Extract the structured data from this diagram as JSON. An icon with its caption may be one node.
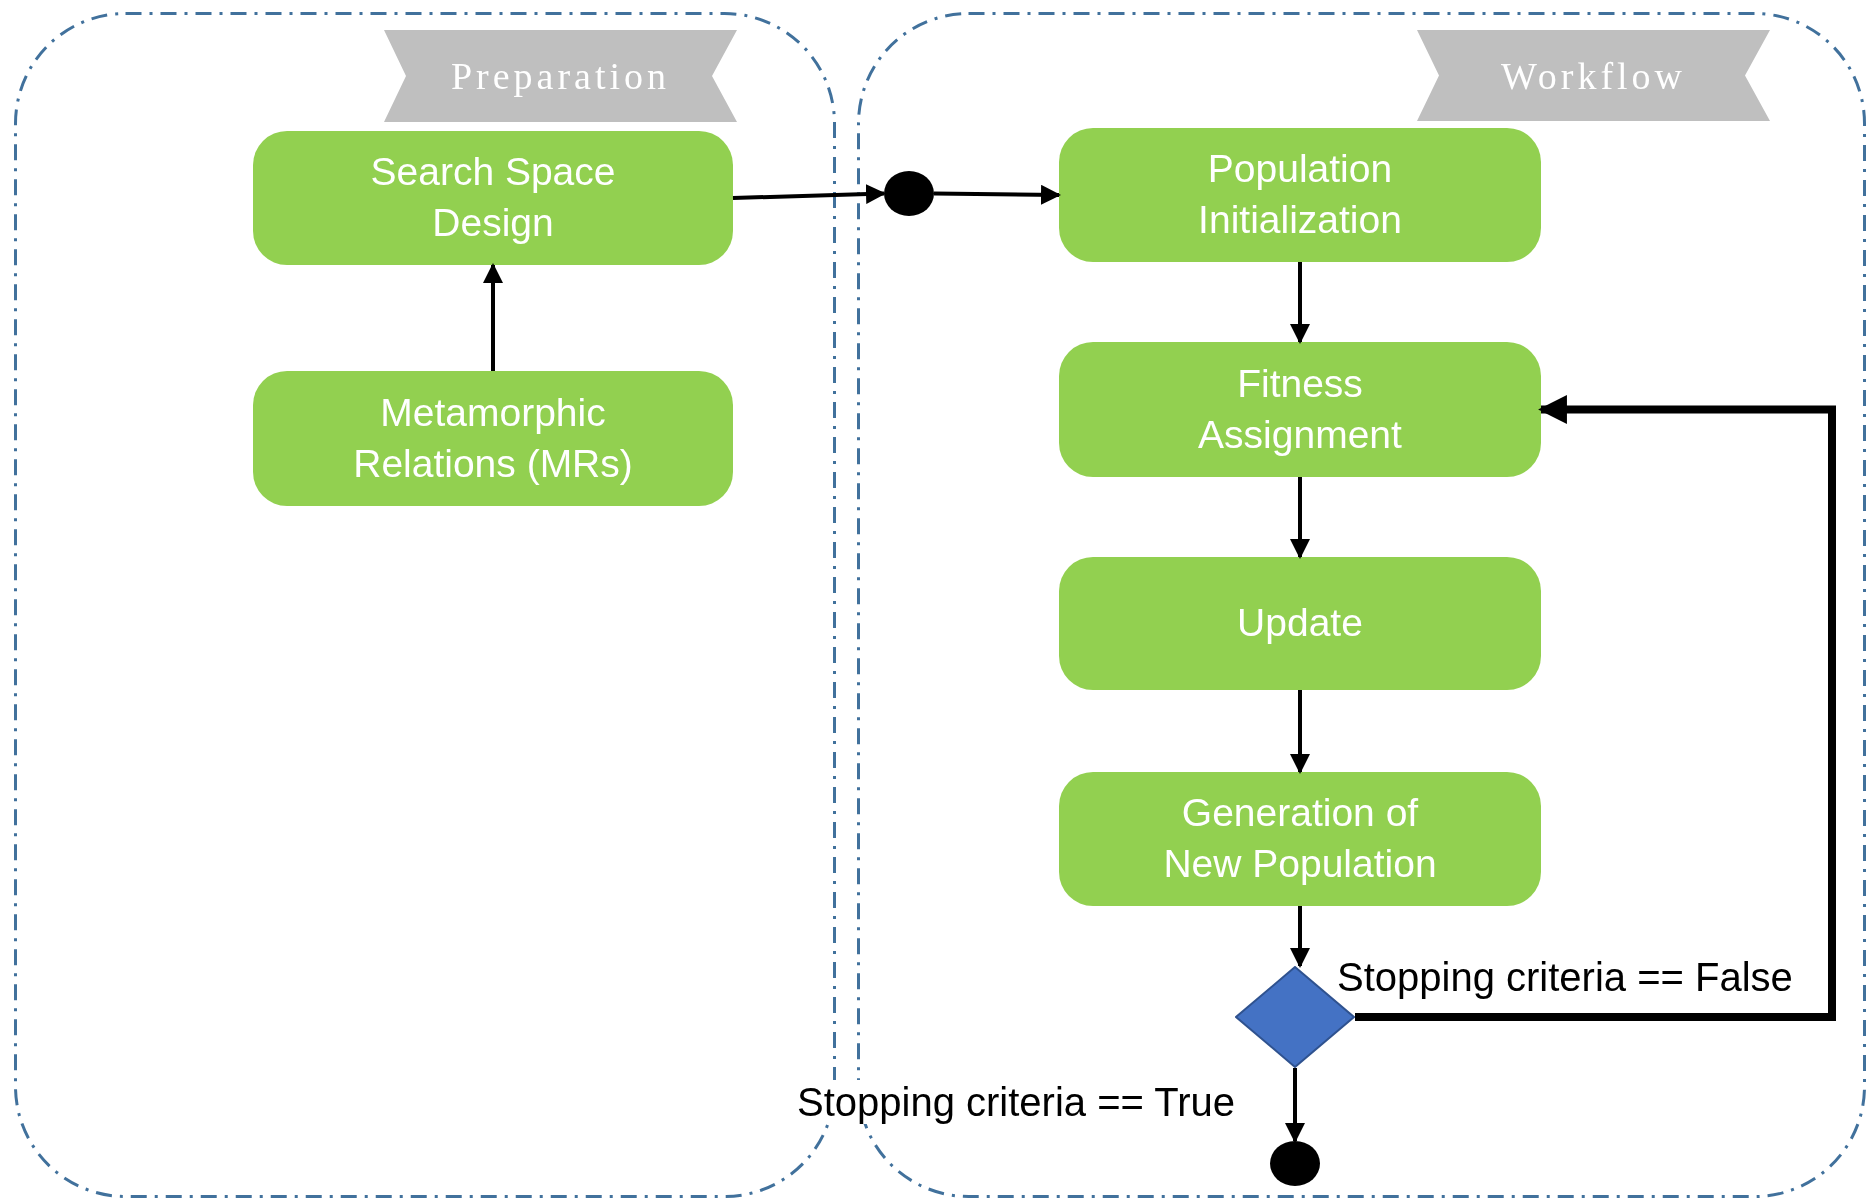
{
  "diagram": {
    "nodes": [
      {
        "text": [
          "Preparation"
        ]
      },
      {
        "text": [
          "Workflow"
        ]
      },
      {
        "text": [
          "Search Space Design"
        ],
        "in": 0
      },
      {
        "text": [
          "Metamorphic Relations (MRs)"
        ],
        "in": 0
      },
      {
        "text": [],
        "shape": "circle",
        "in": 1
      },
      {
        "text": [
          "Population Initialization"
        ],
        "in": 1
      },
      {
        "text": [
          "Fitness Assignment"
        ],
        "in": 1
      },
      {
        "text": [
          "Update"
        ],
        "in": 1
      },
      {
        "text": [
          "Generation of New Population"
        ],
        "in": 1
      },
      {
        "text": [],
        "shape": "diamond",
        "in": 1
      },
      {
        "text": [],
        "shape": "circle",
        "in": 1
      }
    ],
    "edges": [
      {
        "from": 3,
        "to": 2,
        "arrow": "to"
      },
      {
        "from": 2,
        "to": 4,
        "arrow": "to"
      },
      {
        "from": 4,
        "to": 5,
        "arrow": "to"
      },
      {
        "from": 5,
        "to": 6,
        "arrow": "to"
      },
      {
        "from": 6,
        "to": 7,
        "arrow": "to"
      },
      {
        "from": 7,
        "to": 8,
        "arrow": "to"
      },
      {
        "from": 8,
        "to": 9,
        "arrow": "to"
      },
      {
        "from": 9,
        "to": 6,
        "arrow": "to",
        "label": "Stopping criteria == False",
        "style": "thick"
      },
      {
        "from": 9,
        "to": 10,
        "arrow": "to",
        "label": "Stopping criteria == True"
      }
    ]
  }
}
